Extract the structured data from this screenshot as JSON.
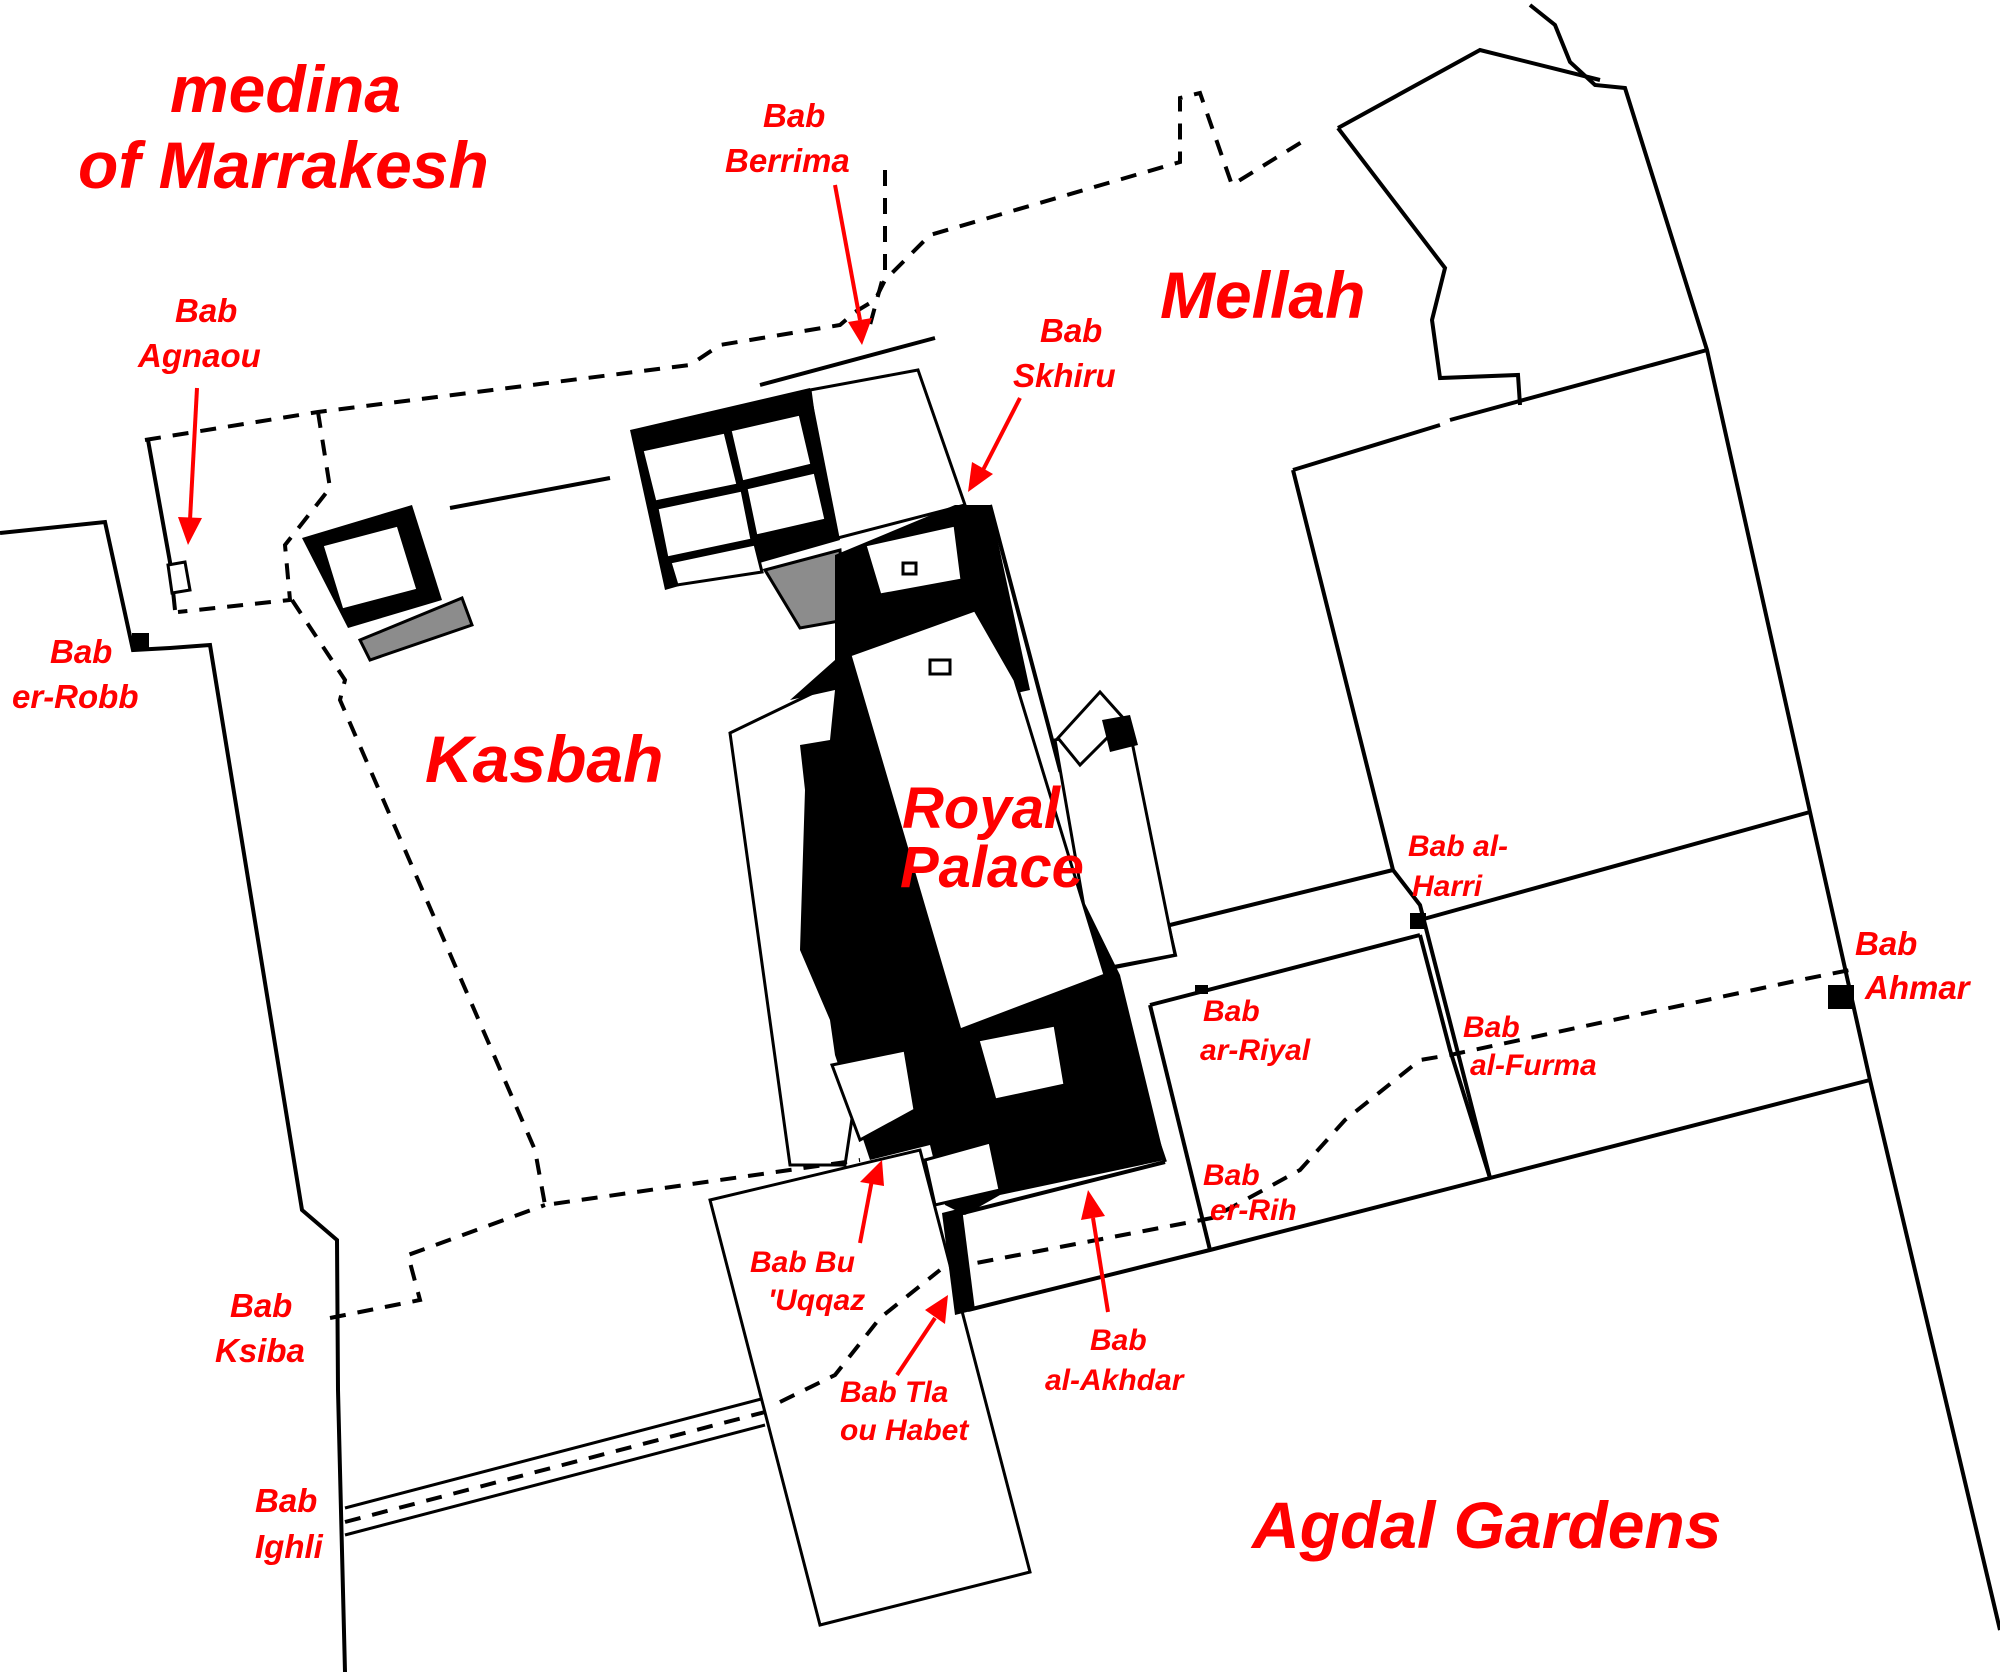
{
  "map": {
    "labels": {
      "medina": [
        "medina",
        "of Marrakesh"
      ],
      "mellah": "Mellah",
      "kasbah": "Kasbah",
      "royal_palace": [
        "Royal",
        "Palace"
      ],
      "agdal": "Agdal Gardens"
    },
    "gates": {
      "berrima": [
        "Bab",
        "Berrima"
      ],
      "agnaou": [
        "Bab",
        "Agnaou"
      ],
      "skhiru": [
        "Bab",
        "Skhiru"
      ],
      "robb": [
        "Bab",
        "er-Robb"
      ],
      "harri": [
        "Bab al-",
        "Harri"
      ],
      "ahmar": [
        "Bab",
        "Ahmar"
      ],
      "riyal": [
        "Bab",
        "ar-Riyal"
      ],
      "furma": [
        "Bab",
        "al-Furma"
      ],
      "rih": [
        "Bab",
        "er-Rih"
      ],
      "buuqqaz": [
        "Bab Bu",
        "'Uqqaz"
      ],
      "ksiba": [
        "Bab",
        "Ksiba"
      ],
      "tla": [
        "Bab Tla",
        "ou Habet"
      ],
      "akhdar": [
        "Bab",
        "al-Akhdar"
      ],
      "ighli": [
        "Bab",
        "Ighli"
      ]
    },
    "colors": {
      "label": "#ff0000",
      "wall": "#000000",
      "courtyard_gray": "#8c8c8c",
      "background": "#ffffff"
    }
  }
}
